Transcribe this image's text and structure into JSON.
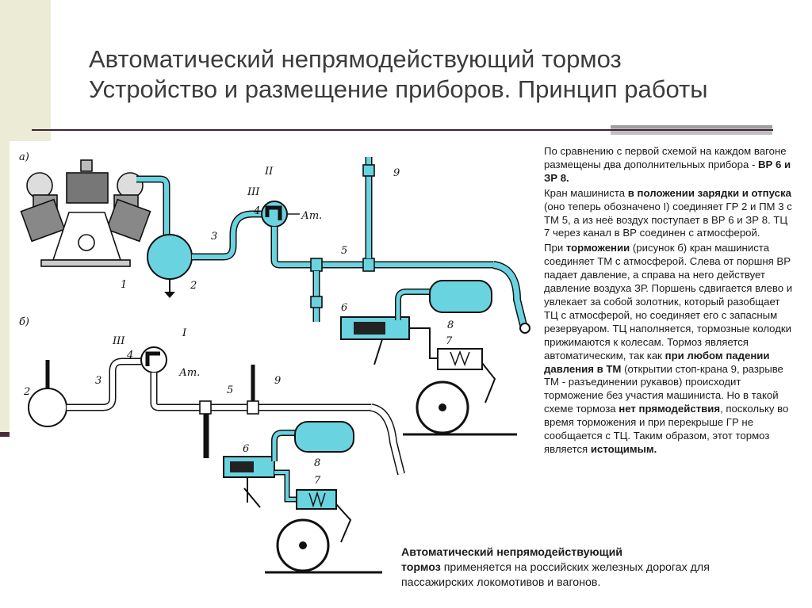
{
  "title": {
    "line1": "Автоматический непрямодействующий тормоз",
    "line2": "Устройство и размещение приборов. Принцип работы"
  },
  "diagram": {
    "label_a": "а)",
    "label_b": "б)",
    "numbers_a": [
      "1",
      "2",
      "3",
      "4",
      "5",
      "6",
      "7",
      "8",
      "9"
    ],
    "numbers_b": [
      "2",
      "3",
      "4",
      "5",
      "6",
      "7",
      "8",
      "9"
    ],
    "roman_I": "I",
    "roman_II": "II",
    "roman_III": "III",
    "atm": "Ат.",
    "colors": {
      "air": "#6ad3e0",
      "line": "#111111"
    }
  },
  "side": {
    "p1": "По сравнению с первой схемой на каждом вагоне размещены два дополнительных прибора - ",
    "p1_bold": "ВР 6 и ЗР 8.",
    "p2_a": "Кран машиниста ",
    "p2_b": "в положении зарядки и отпуска",
    "p2_c": " (оно теперь обозначено I) соединяет ГР 2 и ПМ 3 с ТМ 5, а из неё воздух поступает в ВР 6 и ЗР 8. ТЦ 7 через канал в ВР соединен с атмосферой.",
    "p3_a": "При ",
    "p3_b": "торможении",
    "p3_c": " (рисунок б) кран машиниста соединяет ТМ с атмосферой. Слева от поршня ВР падает давление, а справа на него действует давление воздуха ЗР. Поршень сдвигается влево и увлекает за собой золотник, который разобщает ТЦ с атмосферой, но соединяет его с запасным резервуаром. ТЦ наполняется, тормозные колодки прижимаются к колесам. Тормоз является автоматическим, так как ",
    "p3_d": "при любом падении давления в ТМ",
    "p3_e": " (открытии стоп-крана 9, разрыве ТМ - разъединении рукавов) происходит торможение без участия машиниста. Но в такой схеме тормоза ",
    "p3_f": "нет прямодействия",
    "p3_g": ", поскольку во время торможения и при перекрыше ГР не сообщается с ТЦ. Таким образом, этот тормоз является ",
    "p3_h": "истощимым."
  },
  "bottom": {
    "bold1": "Автоматический непрямодействующий",
    "bold2": "тормоз",
    "rest": " применяется на российских железных дорогах для",
    "line3": "пассажирских локомотивов и вагонов."
  }
}
